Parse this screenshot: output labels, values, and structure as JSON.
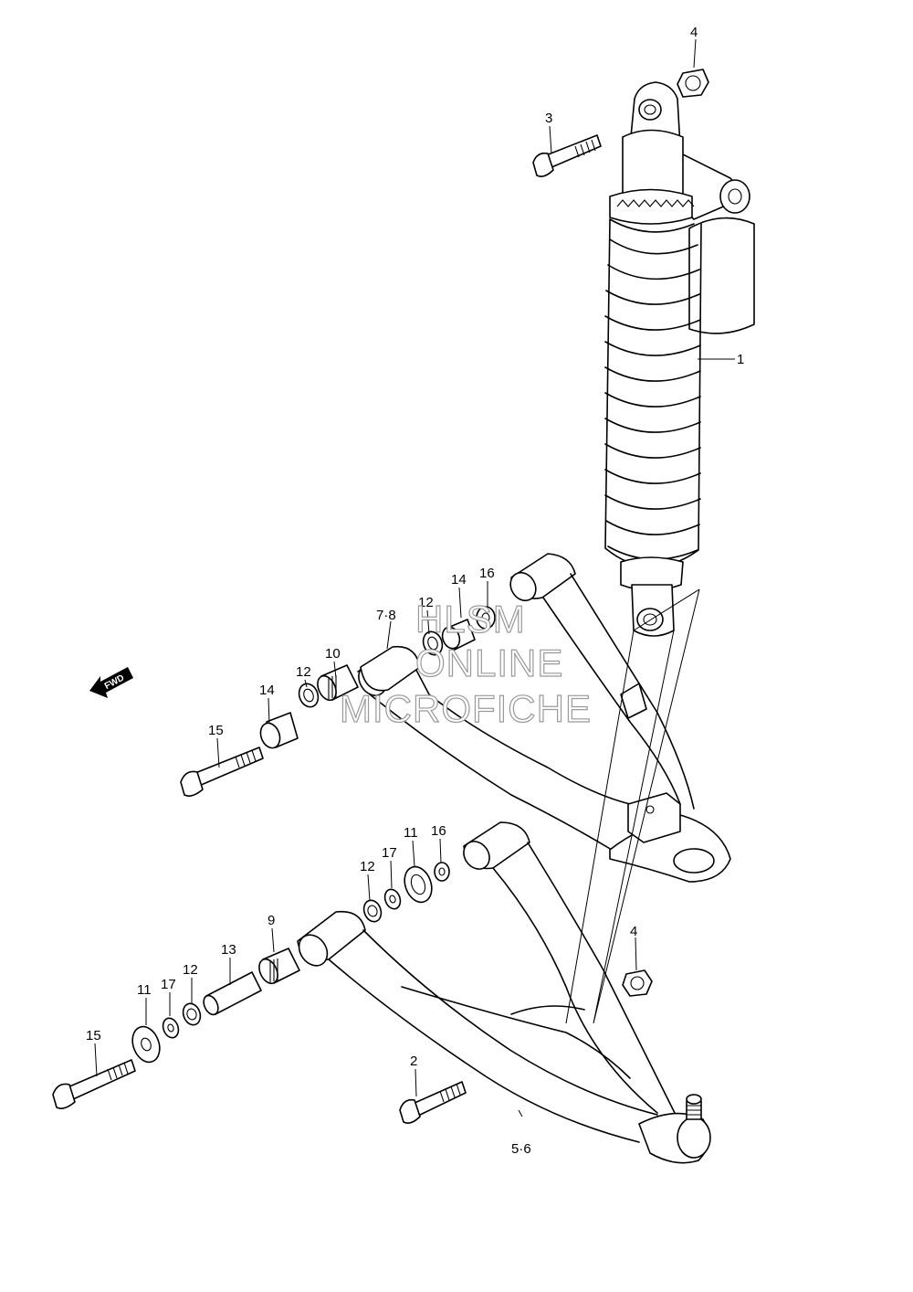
{
  "callouts": {
    "c1": "1",
    "c2": "2",
    "c3": "3",
    "c4a": "4",
    "c4b": "4",
    "c56": "5·6",
    "c78": "7·8",
    "c9": "9",
    "c10": "10",
    "c11a": "11",
    "c11b": "11",
    "c12a": "12",
    "c12b": "12",
    "c12c": "12",
    "c12d": "12",
    "c13": "13",
    "c14a": "14",
    "c14b": "14",
    "c15a": "15",
    "c15b": "15",
    "c16a": "16",
    "c16b": "16",
    "c17a": "17",
    "c17b": "17"
  },
  "watermark": {
    "line1": "HLSM",
    "line2": "ONLINE",
    "line3": "MICROFICHE"
  },
  "fwd_label": "FWD"
}
